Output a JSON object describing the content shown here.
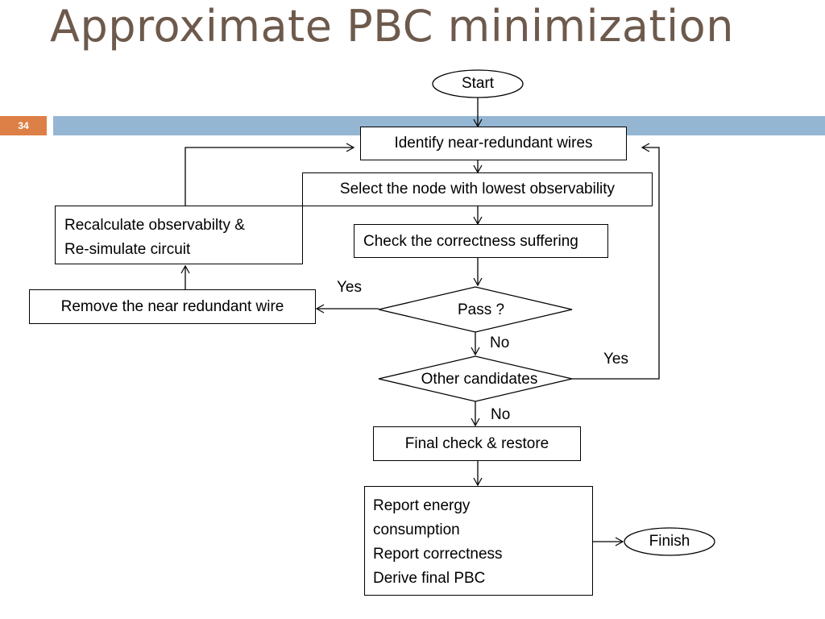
{
  "slide": {
    "title": "Approximate PBC minimization",
    "number": "34",
    "accent_colors": {
      "title": "#6d5a4c",
      "bar": "#95b6d3",
      "number_box": "#dd8047"
    }
  },
  "flowchart": {
    "start": "Start",
    "identify": "Identify near-redundant wires",
    "select": "Select the node with lowest observability",
    "check": "Check the correctness suffering",
    "pass": "Pass ?",
    "remove": "Remove the near redundant wire",
    "recalc_line1": "Recalculate observabilty &",
    "recalc_line2": "Re-simulate circuit",
    "other": "Other candidates",
    "final_check": "Final check & restore",
    "report_line1": "Report energy",
    "report_line2": "consumption",
    "report_line3": "Report correctness",
    "report_line4": "Derive final PBC",
    "finish": "Finish",
    "labels": {
      "pass_yes": "Yes",
      "pass_no": "No",
      "other_yes": "Yes",
      "other_no": "No"
    }
  }
}
